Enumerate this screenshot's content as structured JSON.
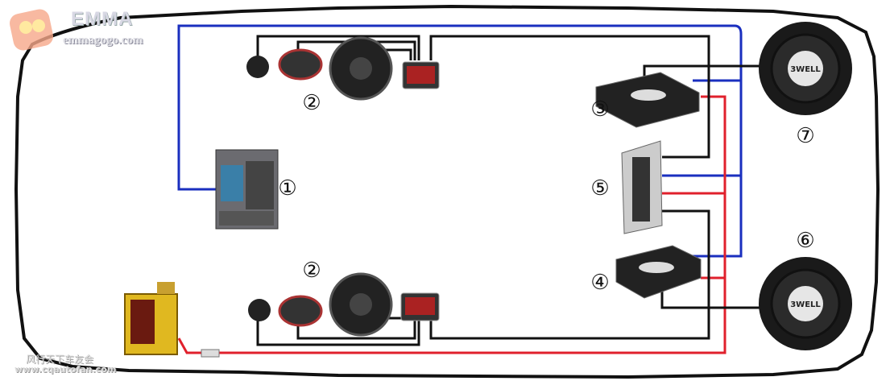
{
  "watermark_logo": {
    "title": "EMMA",
    "url": "emmagogo.com"
  },
  "watermark_bottom": {
    "title": "风行天下车友会",
    "url": "www.cqautofan.com"
  },
  "labels": {
    "head_unit": "①",
    "front_speakers_top": "②",
    "front_speakers_bottom": "②",
    "amp_top": "③",
    "amp_bottom": "④",
    "amp_center": "⑤",
    "subwoofer_bottom": "⑥",
    "subwoofer_top": "⑦"
  },
  "subwoofer_brand": "3WELL",
  "colors": {
    "signal_wire": "#1a2fbf",
    "power_wire": "#e0202c",
    "ground_wire": "#111111"
  }
}
